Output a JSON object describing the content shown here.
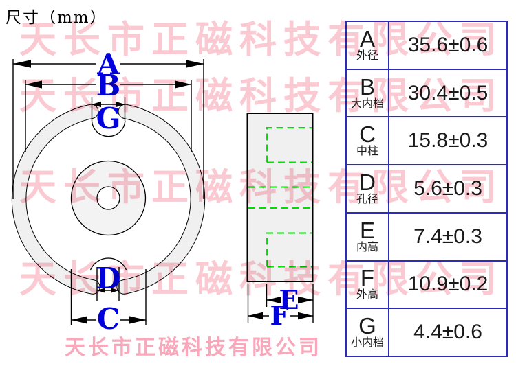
{
  "title": "尺寸（mm）",
  "watermark": {
    "text": "天长市正磁科技有限公司"
  },
  "dim_labels": {
    "a": "A",
    "b": "B",
    "c": "C",
    "d": "D",
    "e": "E",
    "f": "F",
    "g": "G"
  },
  "table": {
    "rows": [
      {
        "letter": "A",
        "name": "外径",
        "value": "35.6±0.6"
      },
      {
        "letter": "B",
        "name": "大内档",
        "value": "30.4±0.5"
      },
      {
        "letter": "C",
        "name": "中柱",
        "value": "15.8±0.3"
      },
      {
        "letter": "D",
        "name": "孔径",
        "value": "5.6±0.3"
      },
      {
        "letter": "E",
        "name": "内高",
        "value": "7.4±0.3"
      },
      {
        "letter": "F",
        "name": "外高",
        "value": "10.9±0.2"
      },
      {
        "letter": "G",
        "name": "小内档",
        "value": "4.4±0.6"
      }
    ]
  },
  "colors": {
    "dimension_blue": "#0000dd",
    "table_border_blue": "#2b2bbd",
    "hidden_line_green": "#00e000",
    "core_fill_gray": "#f0f0f0",
    "watermark_pink": "#fbc9d2",
    "brand_pink": "#f8a8ba"
  }
}
